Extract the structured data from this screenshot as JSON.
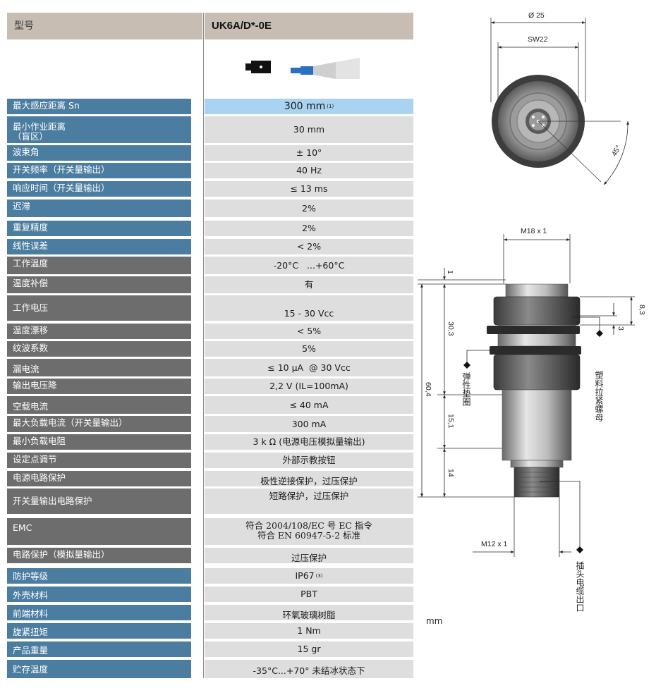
{
  "header": {
    "label_model": "型号",
    "model": "UK6A/D*-0E"
  },
  "rows": [
    {
      "label": "最大感应距离 Sn",
      "value": "300 mm",
      "sup": "(1)"
    },
    {
      "label": "最小作业距离\n（盲区）",
      "value": "30 mm"
    },
    {
      "label": "波束角",
      "value": "± 10°"
    },
    {
      "label": "开关频率（开关量输出）",
      "value": "40 Hz"
    },
    {
      "label": "响应时间（开关量输出）",
      "value": "≤ 13 ms"
    },
    {
      "label": "迟滞",
      "value": "2%"
    },
    {
      "label": "重复精度",
      "value": "2%"
    },
    {
      "label": "线性误差",
      "value": "< 2%"
    },
    {
      "label": "工作温度",
      "value": "-20°C   ...+60°C"
    },
    {
      "label": "温度补偿",
      "value": "有"
    },
    {
      "label": "工作电压",
      "value": "15 - 30 Vcc"
    },
    {
      "label": "温度漂移",
      "value": "< 5%"
    },
    {
      "label": "纹波系数",
      "value": "5%"
    },
    {
      "label": "漏电流",
      "value": "≤ 10 µA  @ 30 Vcc"
    },
    {
      "label": "输出电压降",
      "value": "2,2 V (IL=100mA)"
    },
    {
      "label": "空载电流",
      "value": "≤ 40 mA"
    },
    {
      "label": "最大负载电流（开关量输出）",
      "value": "300 mA"
    },
    {
      "label": "最小负载电阻",
      "value": "3 k Ω (电源电压模拟量输出)"
    },
    {
      "label": "设定点调节",
      "value": "外部示教按钮"
    },
    {
      "label": "电源电路保护",
      "value": "极性逆接保护，过压保护"
    },
    {
      "label": "开关量输出电路保护",
      "value": "短路保护，过压保护"
    },
    {
      "label": "EMC",
      "value": "符合 2004/108/EC 号 EC 指令\n符合 EN 60947-5-2 标准"
    },
    {
      "label": "电路保护（模拟量输出）",
      "value": "过压保护"
    },
    {
      "label": "防护等级",
      "value": "IP67",
      "sup": "(3)"
    },
    {
      "label": "外壳材料",
      "value": "PBT"
    },
    {
      "label": "前端材料",
      "value": "环氧玻璃树脂"
    },
    {
      "label": "旋紧扭矩",
      "value": "1 Nm"
    },
    {
      "label": "产品重量",
      "value": "15 gr"
    },
    {
      "label": "贮存温度",
      "value": "-35°C...+70° 未结冰状态下"
    }
  ],
  "drawing": {
    "top_view": {
      "dia": "Ø 25",
      "sw": "SW22",
      "angle": "45°"
    },
    "side_view": {
      "thread_top": "M18 x 1",
      "thread_bottom": "M12 x 1",
      "d_1": "1",
      "d_30_3": "30,3",
      "d_60_4": "60,4",
      "d_15_1": "15,1",
      "d_14": "14",
      "d_8_3": "8,3",
      "d_3": "3",
      "label_washer": "弹性垫圈",
      "label_nut": "塑料拉紧螺母",
      "label_connector": "插头电缆出口"
    },
    "unit": "mm"
  },
  "colors": {
    "label_blue": "#4b7da1",
    "label_gray": "#6d6d6d",
    "value_bg": "#dedede",
    "highlight": "#a9d3f0",
    "header_bg": "#c7bdb2"
  }
}
